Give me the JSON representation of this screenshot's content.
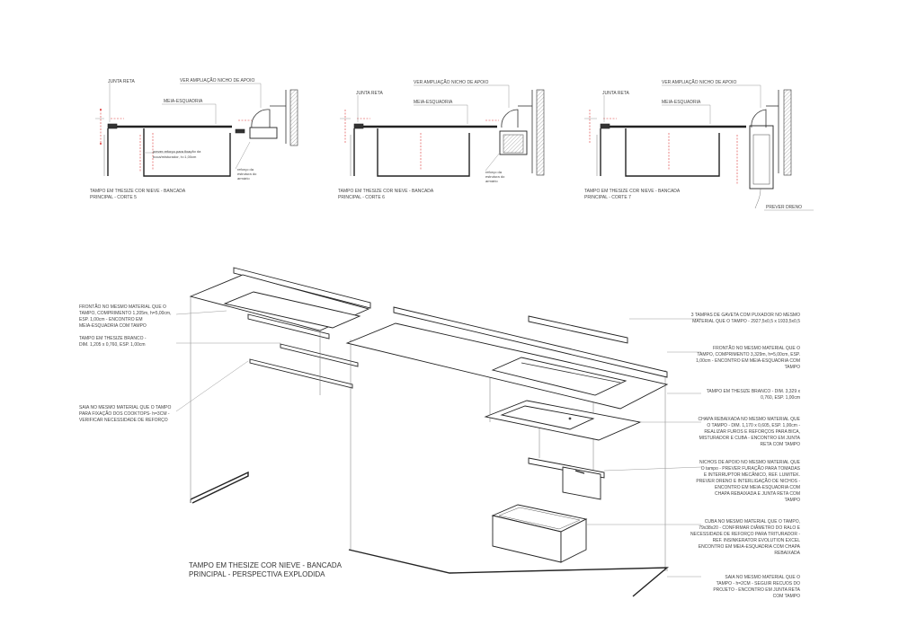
{
  "sections": [
    {
      "junta": "JUNTA RETA",
      "ver": "VER AMPLIAÇÃO NICHO DE APOIO",
      "meia": "MEIA-ESQUADRIA",
      "note1a": "prever reforço para fixação da",
      "note1b": "boca/misturador, h=1,00cm",
      "note2a": "reforço da",
      "note2b": "estrutura do",
      "note2c": "armário",
      "cap1": "TAMPO EM THESIZE COR NIEVE - BANCADA",
      "cap2": "PRINCIPAL - CORTE 5"
    },
    {
      "junta": "JUNTA RETA",
      "ver": "VER AMPLIAÇÃO NICHO DE APOIO",
      "meia": "MEIA-ESQUADRIA",
      "note2a": "reforço da",
      "note2b": "estrutura do",
      "note2c": "armário",
      "cap1": "TAMPO EM THESIZE COR NIEVE - BANCADA",
      "cap2": "PRINCIPAL - CORTE 6"
    },
    {
      "junta": "JUNTA RETA",
      "ver": "VER AMPLIAÇÃO NICHO DE APOIO",
      "meia": "MEIA-ESQUADRIA",
      "dreno": "PREVER DRENO",
      "cap1": "TAMPO EM THESIZE COR NIEVE - BANCADA",
      "cap2": "PRINCIPAL - CORTE 7"
    }
  ],
  "left_notes": {
    "n1": [
      "FRONTÃO NO MESMO MATERIAL QUE O",
      "TAMPO, COMPRIMENTO 1,205m, h=5,00cm,",
      "ESP. 1,00cm - ENCONTRO EM",
      "MEIA-ESQUADRIA COM TAMPO"
    ],
    "n2": [
      "TAMPO EM THESIZE BRANCO -",
      "DIM. 1,205 x 0,760, ESP. 1,00cm"
    ],
    "n3": [
      "SAIA NO MESMO MATERIAL QUE O TAMPO",
      "PARA FIXAÇÃO DOS COOKTOPS- h=3CM -",
      "VERIFICAR NECESSIDADE DE REFORÇO"
    ]
  },
  "right_notes": {
    "r1": [
      "3 TAMPAS DE GAVETA COM PUXADOR NO MESMO",
      "MATERIAL QUE O TAMPO - 2927,5x0,5 x 1933,5x0,5"
    ],
    "r2": [
      "FRONTÃO NO MESMO MATERIAL QUE O",
      "TAMPO, COMPRIMENTO 3,329m, h=5,00cm, ESP.",
      "1,00cm - ENCONTRO EM MEIA-ESQUADRIA COM",
      "TAMPO"
    ],
    "r3": [
      "TAMPO EM THESIZE BRANCO - DIM. 3,329 x",
      "0,760, ESP. 1,00cm"
    ],
    "r4": [
      "CHAPA REBAIXADA NO MESMO MATERIAL QUE",
      "O TAMPO - DIM. 1,170 x 0,605, ESP. 1,00cm -",
      "REALIZAR FUROS E REFORÇOS PARA BICA,",
      "MISTURADOR E CUBA - ENCONTRO EM JUNTA",
      "RETA COM TAMPO"
    ],
    "r5": [
      "NICHOS DE APOIO NO MESMO MATERIAL QUE",
      "O tampo - PREVER FURAÇÃO PARA TOMADAS",
      "E INTERRUPTOR MECÂNICO, REF. LUMITEK.",
      "PREVER DRENO E INTERLIGAÇÃO DE NICHOS -",
      "ENCONTRO EM MEIA-ESQUADRIA COM",
      "CHAPA REBAIXADA E JUNTA RETA COM",
      "TAMPO"
    ],
    "r6": [
      "CUBA NO MESMO MATERIAL QUE O TAMPO,",
      "79x38x20 - CONFIRMAR DIÂMETRO DO RALO E",
      "NECESSIDADE DE REFORÇO PARA TRITURADOR -",
      "REF. INSINKERATOR EVOLUTION EXCEL",
      "ENCONTRO EM MEIA-ESQUADRIA COM CHAPA",
      "REBAIXADA"
    ],
    "r7": [
      "SAIA NO MESMO MATERIAL QUE O",
      "TAMPO - h=2CM - SEGUIR RECUOS DO",
      "PROJETO - ENCONTRO EM JUNTA RETA",
      "COM TAMPO"
    ]
  },
  "title": [
    "TAMPO EM THESIZE COR NIEVE - BANCADA",
    "PRINCIPAL - PERSPECTIVA EXPLODIDA"
  ]
}
